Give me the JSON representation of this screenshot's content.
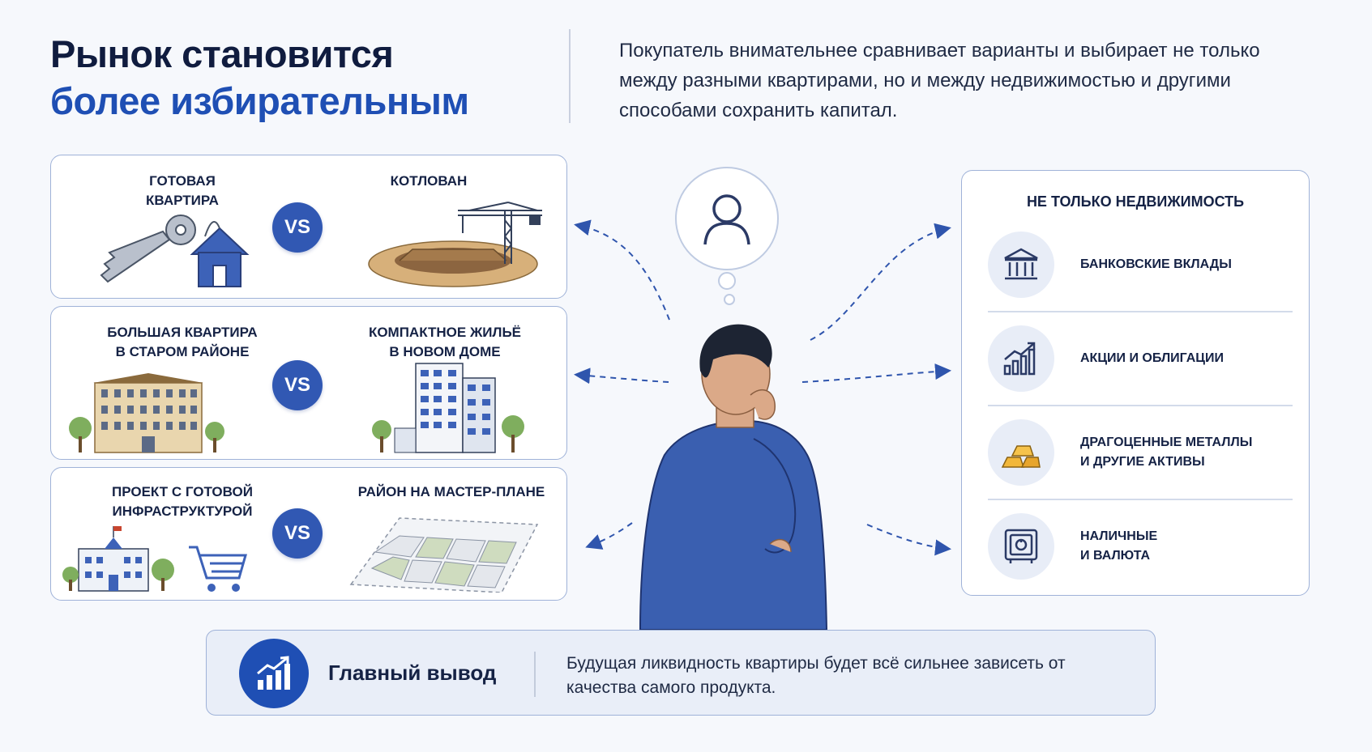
{
  "header": {
    "title_line1": "Рынок становится",
    "title_line2": "более избирательным",
    "intro": "Покупатель внимательнее сравнивает варианты и выбирает не только между разными квартирами, но и между недвижимостью и другими способами сохранить капитал."
  },
  "comparisons": [
    {
      "left": "ГОТОВАЯ\nКВАРТИРА",
      "vs": "VS",
      "right": "КОТЛОВАН"
    },
    {
      "left": "БОЛЬШАЯ КВАРТИРА\nВ СТАРОМ РАЙОНЕ",
      "vs": "VS",
      "right": "КОМПАКТНОЕ ЖИЛЬЁ\nВ НОВОМ ДОМЕ"
    },
    {
      "left": "ПРОЕКТ С ГОТОВОЙ\nИНФРАСТРУКТУРОЙ",
      "vs": "VS",
      "right": "РАЙОН НА МАСТЕР-ПЛАНЕ"
    }
  ],
  "alternatives": {
    "title": "НЕ ТОЛЬКО НЕДВИЖИМОСТЬ",
    "items": [
      {
        "label": "БАНКОВСКИЕ ВКЛАДЫ",
        "icon": "bank-icon"
      },
      {
        "label": "АКЦИИ И ОБЛИГАЦИИ",
        "icon": "stock-chart-icon"
      },
      {
        "label": "ДРАГОЦЕННЫЕ МЕТАЛЛЫ\nИ ДРУГИЕ АКТИВЫ",
        "icon": "gold-bars-icon"
      },
      {
        "label": "НАЛИЧНЫЕ\nИ ВАЛЮТА",
        "icon": "safe-icon"
      }
    ]
  },
  "conclusion": {
    "title": "Главный вывод",
    "text": "Будущая ликвидность квартиры будет всё сильнее зависеть от качества самого продукта.",
    "icon": "growth-chart-icon"
  },
  "colors": {
    "accent": "#1f4fb4",
    "vs_badge": "#3158b3",
    "border": "#9fb2d8",
    "shirt": "#3a5fb0"
  }
}
